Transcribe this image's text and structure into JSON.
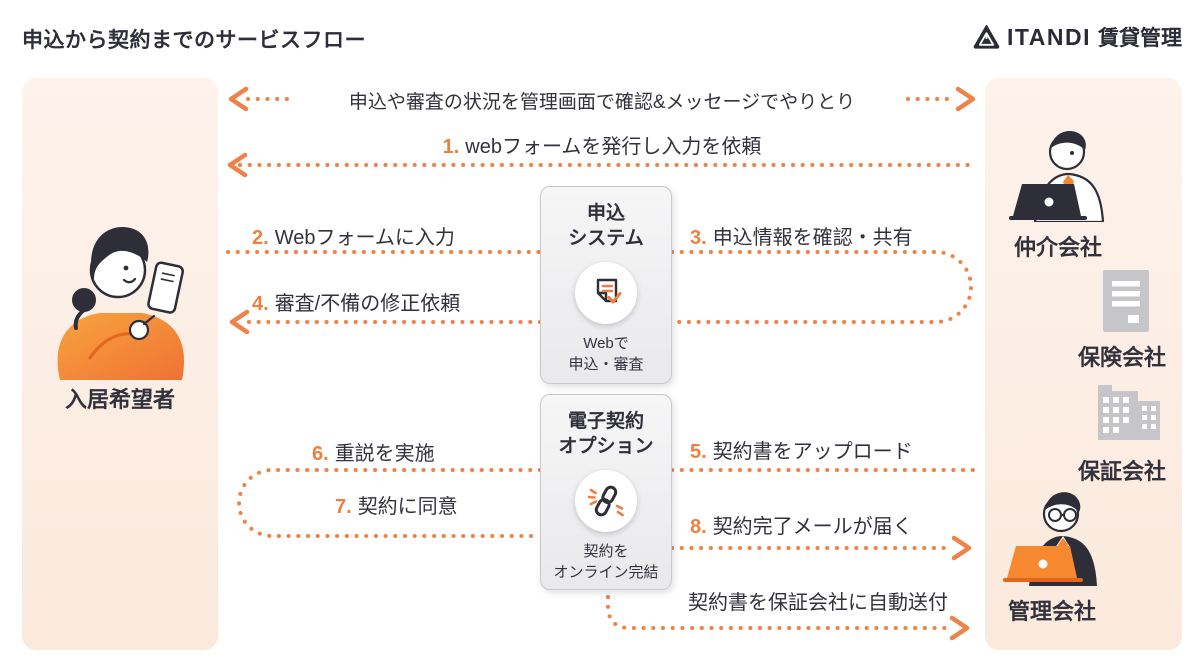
{
  "page": {
    "title": "申込から契約までのサービスフロー"
  },
  "logo": {
    "brand": "ITANDI",
    "product": "賃貸管理",
    "mark": "itandi-triangle-icon"
  },
  "colors": {
    "accent": "#EE7F3F",
    "ink": "#32323D",
    "panel_bg": "#FCEFE5",
    "box_bg": "#EFEFF1",
    "icon_gray": "#C6C6CA"
  },
  "actors": {
    "tenant": {
      "label": "入居希望者"
    },
    "broker": {
      "label": "仲介会社"
    },
    "insurance": {
      "label": "保険会社"
    },
    "guarantor": {
      "label": "保証会社"
    },
    "manager": {
      "label": "管理会社"
    }
  },
  "systems": {
    "application": {
      "title1": "申込",
      "title2": "システム",
      "caption1": "Webで",
      "caption2": "申込・審査",
      "icon": "document-check-icon"
    },
    "econtract": {
      "title1": "電子契約",
      "title2": "オプション",
      "caption1": "契約を",
      "caption2": "オンライン完結",
      "icon": "link-icon"
    }
  },
  "flows": {
    "status_sync": {
      "label": "申込や審査の状況を管理画面で確認&メッセージでやりとり"
    },
    "step1": {
      "num": "1.",
      "label": "webフォームを発行し入力を依頼"
    },
    "step2": {
      "num": "2.",
      "label": "Webフォームに入力"
    },
    "step3": {
      "num": "3.",
      "label": "申込情報を確認・共有"
    },
    "step4": {
      "num": "4.",
      "label": "審査/不備の修正依頼"
    },
    "step5": {
      "num": "5.",
      "label": "契約書をアップロード"
    },
    "step6": {
      "num": "6.",
      "label": "重説を実施"
    },
    "step7": {
      "num": "7.",
      "label": "契約に同意"
    },
    "step8": {
      "num": "8.",
      "label": "契約完了メールが届く"
    },
    "auto_send": {
      "label": "契約書を保証会社に自動送付"
    }
  },
  "icons": {
    "logo_mark": "itandi-triangle-icon",
    "application_system": "document-check-icon",
    "electronic_contract": "link-icon",
    "insurance_company": "office-building-icon",
    "guarantee_company": "buildings-icon"
  }
}
